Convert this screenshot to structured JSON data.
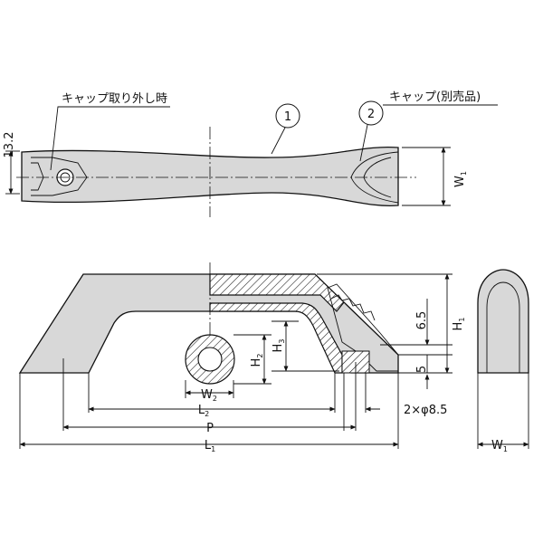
{
  "callouts": {
    "cap_removed": "キャップ取り外し時",
    "cap_sold_separately": "キャップ(別売品)",
    "part1": "1",
    "part2": "2"
  },
  "dimensions": {
    "d13_2": "13.2",
    "W1_top": "W",
    "W1_top_sub": "1",
    "H1": "H",
    "H1_sub": "1",
    "H2": "H",
    "H2_sub": "2",
    "H3": "H",
    "H3_sub": "3",
    "d6_5": "6.5",
    "d5": "5",
    "W2": "W",
    "W2_sub": "2",
    "L2": "L",
    "L2_sub": "2",
    "P": "P",
    "L1": "L",
    "L1_sub": "1",
    "hole": "2×φ8.5",
    "W1_side": "W",
    "W1_side_sub": "1"
  }
}
